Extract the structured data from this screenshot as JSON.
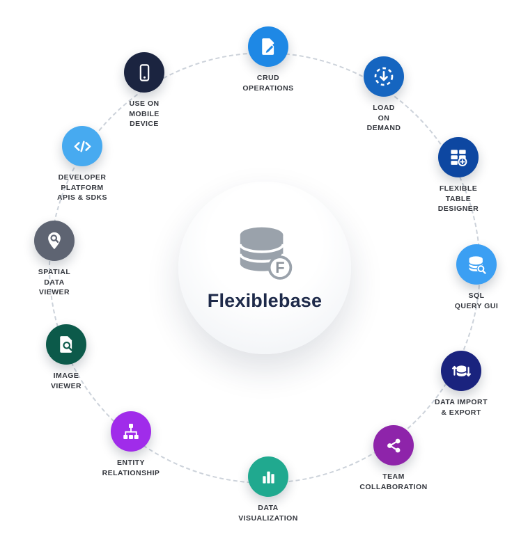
{
  "center": {
    "title": "Flexiblebase",
    "title_color": "#1e2a4a",
    "icon": "database-f-icon"
  },
  "nodes": [
    {
      "label": "CRUD\nOPERATIONS",
      "icon": "file-edit-icon",
      "color": "#1e88e5"
    },
    {
      "label": "LOAD\nON\nDEMAND",
      "icon": "download-dashed-icon",
      "color": "#1565c0"
    },
    {
      "label": "FLEXIBLE\nTABLE\nDESIGNER",
      "icon": "table-add-icon",
      "color": "#0d47a1"
    },
    {
      "label": "SQL\nQUERY GUI",
      "icon": "database-search-icon",
      "color": "#3b9ff3"
    },
    {
      "label": "DATA IMPORT\n& EXPORT",
      "icon": "database-transfer-icon",
      "color": "#1a237e"
    },
    {
      "label": "TEAM\nCOLLABORATION",
      "icon": "share-icon",
      "color": "#8e24aa"
    },
    {
      "label": "DATA\nVISUALIZATION",
      "icon": "bar-chart-icon",
      "color": "#20a98f"
    },
    {
      "label": "ENTITY\nRELATIONSHIP",
      "icon": "hierarchy-icon",
      "color": "#a02cea"
    },
    {
      "label": "IMAGE\nVIEWER",
      "icon": "document-search-icon",
      "color": "#0c5a4a"
    },
    {
      "label": "SPATIAL\nDATA\nVIEWER",
      "icon": "map-pin-search-icon",
      "color": "#5e6472"
    },
    {
      "label": "DEVELOPER\nPLATFORM\nAPIS & SDKS",
      "icon": "code-icon",
      "color": "#47aaf0"
    },
    {
      "label": "USE ON\nMOBILE\nDEVICE",
      "icon": "mobile-phone-icon",
      "color": "#1b2440"
    }
  ]
}
